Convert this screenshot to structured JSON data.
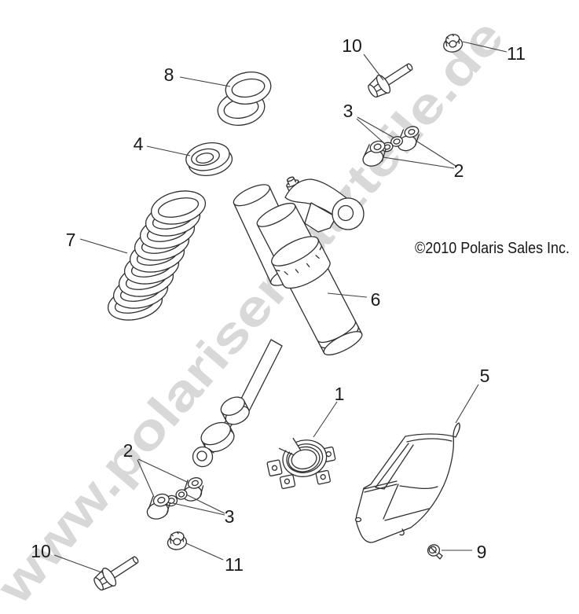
{
  "diagram": {
    "watermark": "www.polarisersatzteile.de",
    "copyright": "©2010 Polaris Sales Inc.",
    "background_color": "#ffffff",
    "line_color": "#2f2f2f",
    "watermark_color": "#d8d8d8"
  },
  "callouts": {
    "c10_top": "10",
    "c11_top": "11",
    "c8": "8",
    "c3_top": "3",
    "c2_top": "2",
    "c4": "4",
    "c7": "7",
    "c6": "6",
    "c1": "1",
    "c5": "5",
    "c2_bottom": "2",
    "c3_bottom": "3",
    "c10_bottom": "10",
    "c11_bottom": "11",
    "c9": "9"
  }
}
